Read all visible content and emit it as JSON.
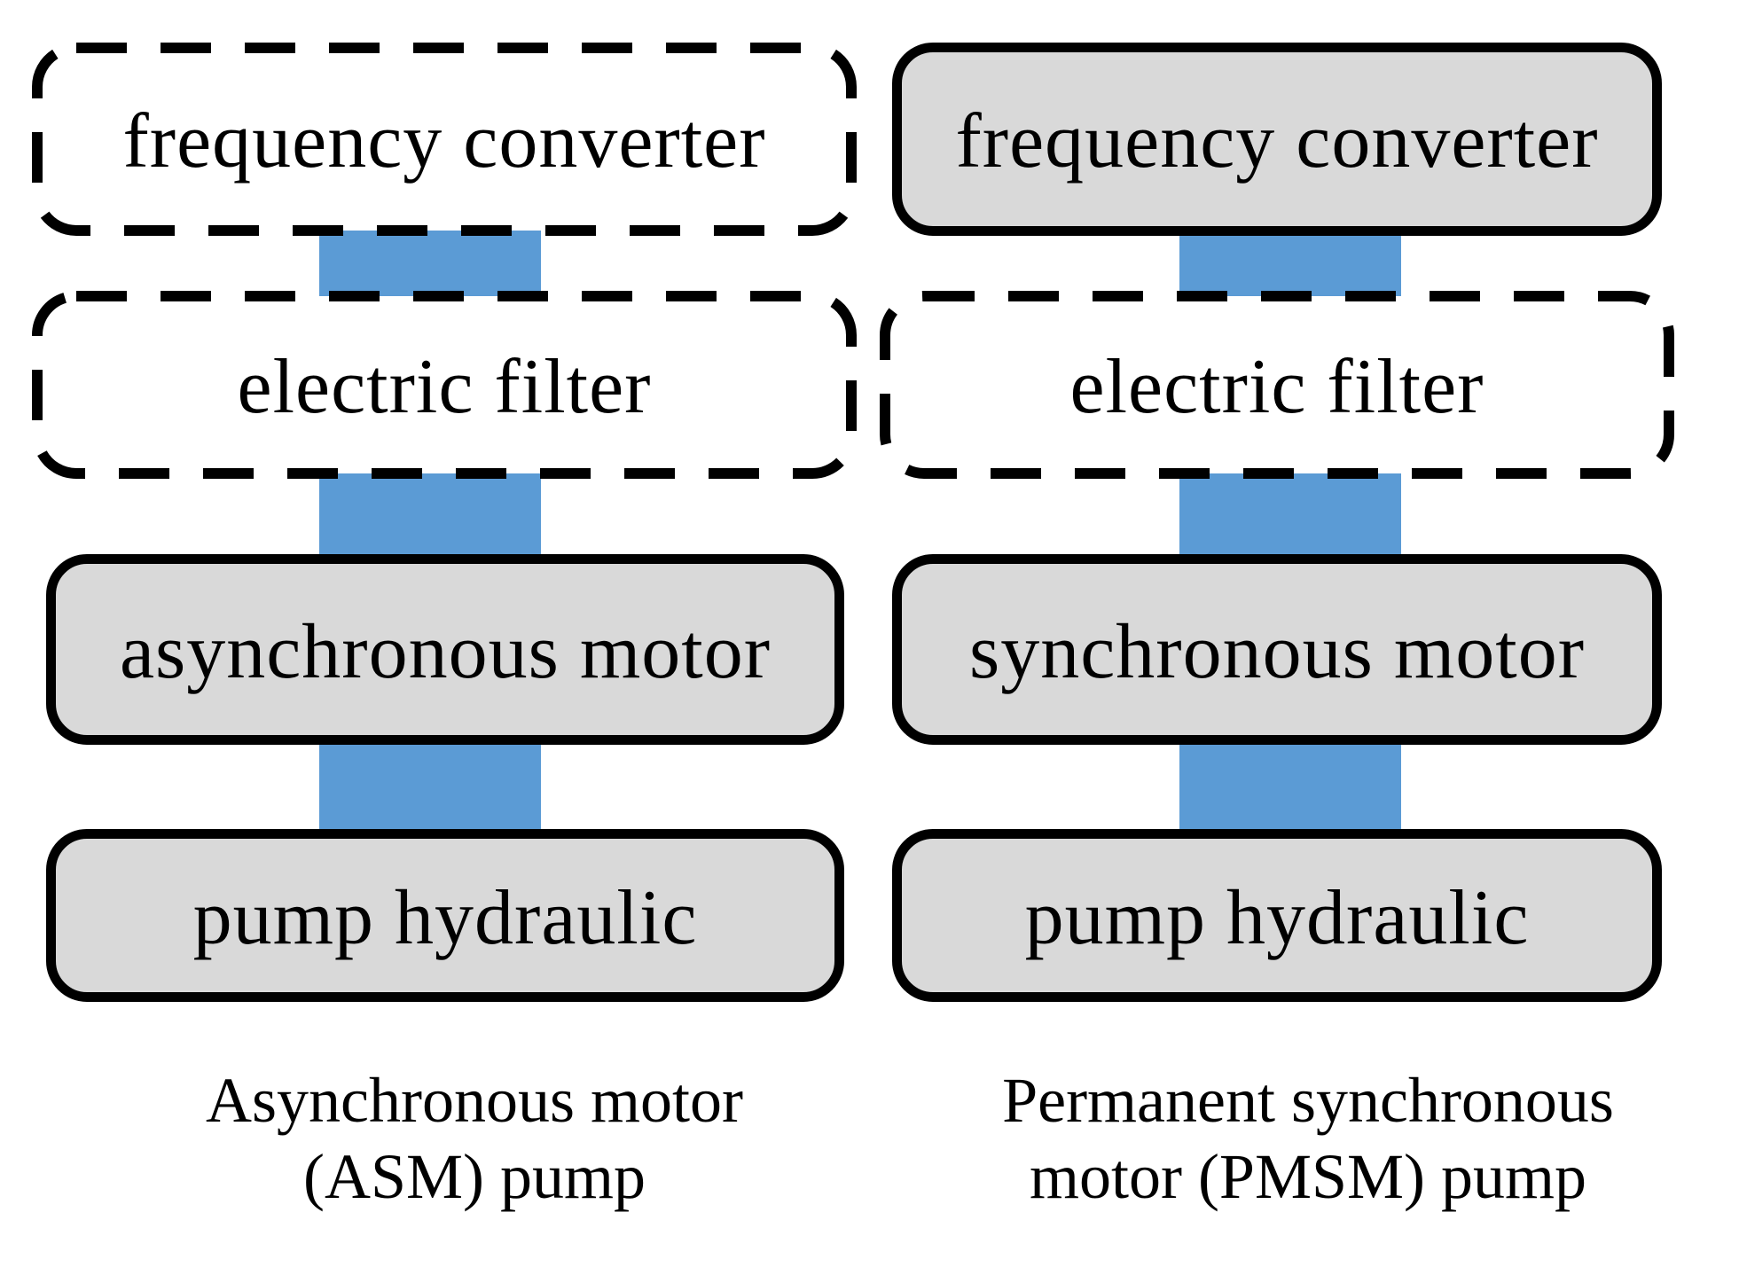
{
  "diagram": {
    "columns": [
      {
        "id": "asm",
        "caption_line1": "Asynchronous motor",
        "caption_line2": "(ASM) pump",
        "boxes": [
          {
            "label": "frequency converter",
            "style": "dashed"
          },
          {
            "label": "electric filter",
            "style": "dashed"
          },
          {
            "label": "asynchronous motor",
            "style": "solid"
          },
          {
            "label": "pump hydraulic",
            "style": "solid"
          }
        ]
      },
      {
        "id": "pmsm",
        "caption_line1": "Permanent synchronous",
        "caption_line2": "motor (PMSM) pump",
        "boxes": [
          {
            "label": "frequency converter",
            "style": "solid"
          },
          {
            "label": "electric filter",
            "style": "dashed"
          },
          {
            "label": "synchronous motor",
            "style": "solid"
          },
          {
            "label": "pump hydraulic",
            "style": "solid"
          }
        ]
      }
    ],
    "colors": {
      "connector_blue": "#5b9bd5",
      "box_fill_gray": "#d9d9d9",
      "border_black": "#000000",
      "dashed_fill_white": "#ffffff"
    }
  }
}
